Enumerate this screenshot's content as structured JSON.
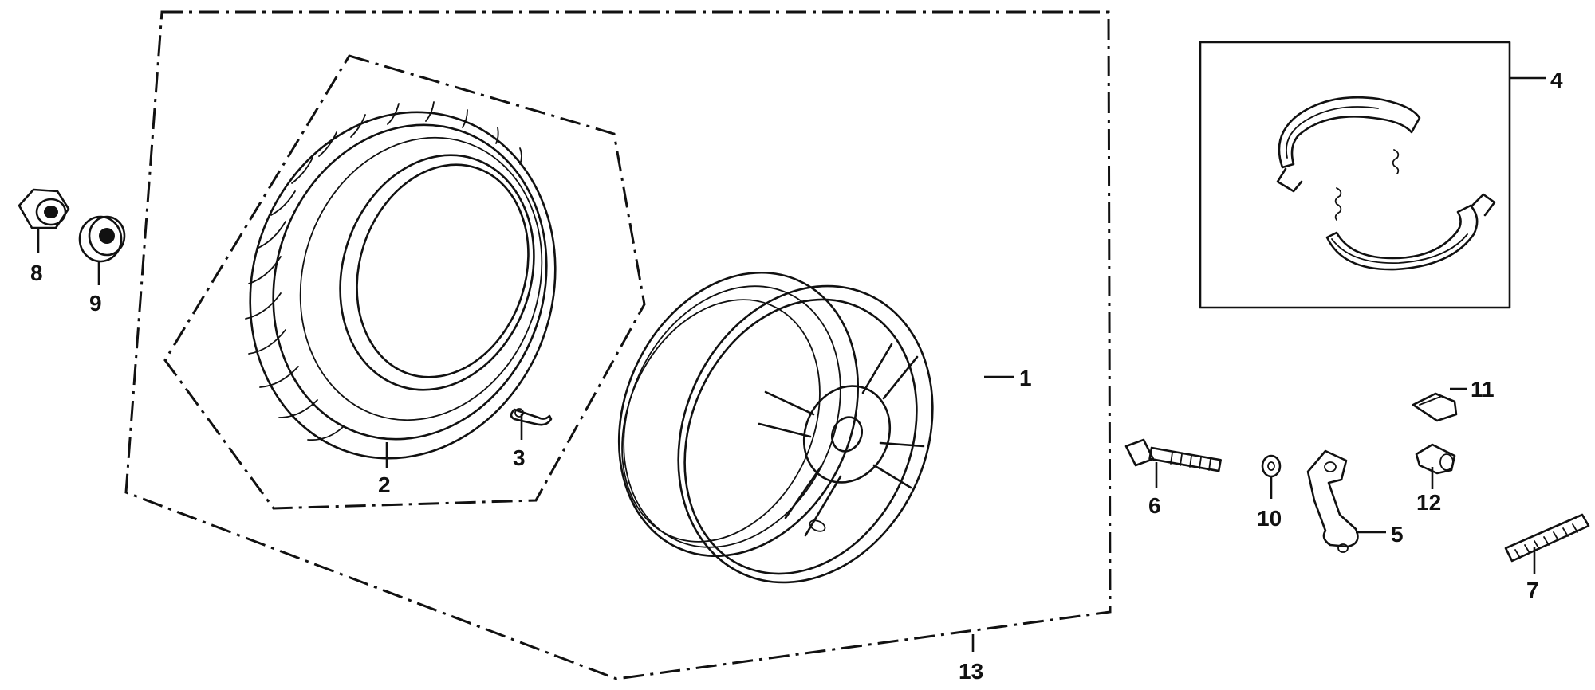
{
  "callouts": [
    {
      "id": "1",
      "label": "1"
    },
    {
      "id": "2",
      "label": "2"
    },
    {
      "id": "3",
      "label": "3"
    },
    {
      "id": "4",
      "label": "4"
    },
    {
      "id": "5",
      "label": "5"
    },
    {
      "id": "6",
      "label": "6"
    },
    {
      "id": "7",
      "label": "7"
    },
    {
      "id": "8",
      "label": "8"
    },
    {
      "id": "9",
      "label": "9"
    },
    {
      "id": "10",
      "label": "10"
    },
    {
      "id": "11",
      "label": "11"
    },
    {
      "id": "12",
      "label": "12"
    },
    {
      "id": "13",
      "label": "13"
    }
  ],
  "ink_color": "#111111",
  "background_color": "#ffffff"
}
